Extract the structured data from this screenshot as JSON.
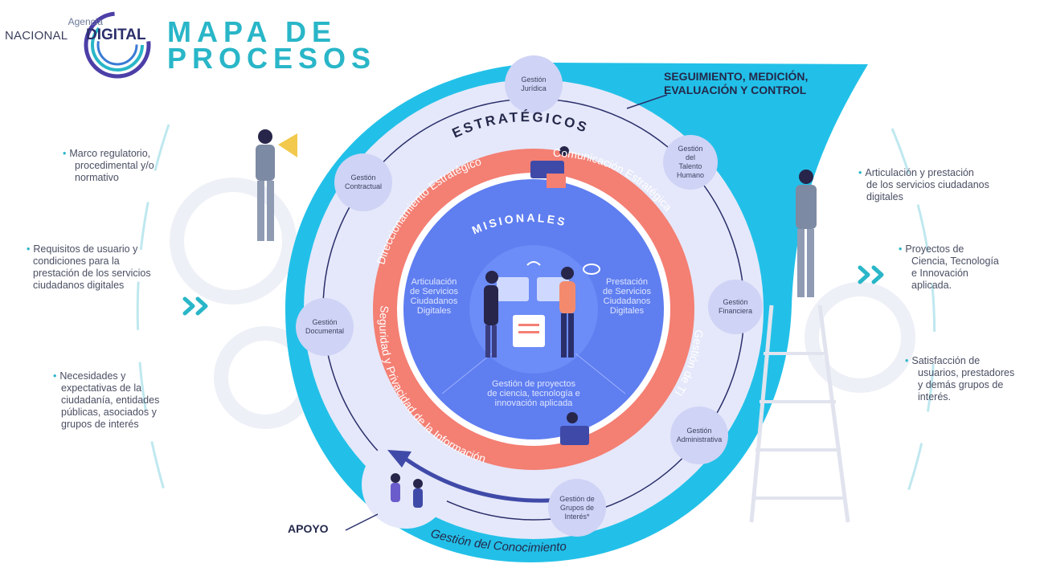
{
  "logo": {
    "agencia": "Agencia",
    "nacional": "NACIONAL",
    "digital": "DIGITAL"
  },
  "title": {
    "line1": "MAPA DE",
    "line2": "PROCESOS"
  },
  "colors": {
    "teal": "#29b6c8",
    "cyan": "#22c0e8",
    "salmon": "#f47f73",
    "blue": "#5f7ef0",
    "lavender": "#e5e8fa",
    "navy": "#24284a"
  },
  "control_heading": {
    "line1": "SEGUIMIENTO, MEDICIÓN,",
    "line2": "EVALUACIÓN Y CONTROL"
  },
  "estrategicos": "ESTRATÉGICOS",
  "misionales": "MISIONALES",
  "apoyo": "APOYO",
  "conocimiento": "Gestión del Conocimiento",
  "strategic_segments": {
    "direccionamiento": "Direccionamiento Estratégico",
    "comunicacion": "Comunicación Estratégica",
    "ti": "Gestión de TI",
    "seguridad": "Seguridad y Privacidad de la Información"
  },
  "misional_items": {
    "articulacion": [
      "Articulación",
      "de Servicios",
      "Ciudadanos",
      "Digitales"
    ],
    "prestacion": [
      "Prestación",
      "de Servicios",
      "Ciudadanos",
      "Digitales"
    ],
    "proyectos": [
      "Gestión de proyectos",
      "de ciencia, tecnología e",
      "innovación aplicada"
    ]
  },
  "support_nodes": {
    "juridica": [
      "Gestión",
      "Jurídica"
    ],
    "talento": [
      "Gestión",
      "del",
      "Talento",
      "Humano"
    ],
    "financiera": [
      "Gestión",
      "Financiera"
    ],
    "administrativa": [
      "Gestión",
      "Administrativa"
    ],
    "grupos": [
      "Gestión de",
      "Grupos de",
      "Interés*"
    ],
    "documental": [
      "Gestión",
      "Documental"
    ],
    "contractual": [
      "Gestión",
      "Contractual"
    ]
  },
  "inputs": [
    {
      "bullet": "•",
      "lines": [
        "Marco regulatorio,",
        "procedimental y/o",
        "normativo"
      ]
    },
    {
      "bullet": "•",
      "lines": [
        "Requisitos de usuario y",
        "condiciones para la",
        "prestación de los servicios",
        "ciudadanos digitales"
      ]
    },
    {
      "bullet": "•",
      "lines": [
        "Necesidades y",
        "expectativas de la",
        "ciudadanía, entidades",
        "públicas, asociados y",
        "grupos de interés"
      ]
    }
  ],
  "outputs": [
    {
      "bullet": "•",
      "lines": [
        "Articulación y prestación",
        "de los servicios ciudadanos",
        "digitales"
      ]
    },
    {
      "bullet": "•",
      "lines": [
        "Proyectos de",
        "Ciencia, Tecnología",
        "e Innovación",
        "aplicada."
      ]
    },
    {
      "bullet": "•",
      "lines": [
        "Satisfacción de",
        "usuarios, prestadores",
        "y demás grupos de",
        "interés."
      ]
    }
  ],
  "arrows": {
    "left": "»",
    "right": "»"
  }
}
